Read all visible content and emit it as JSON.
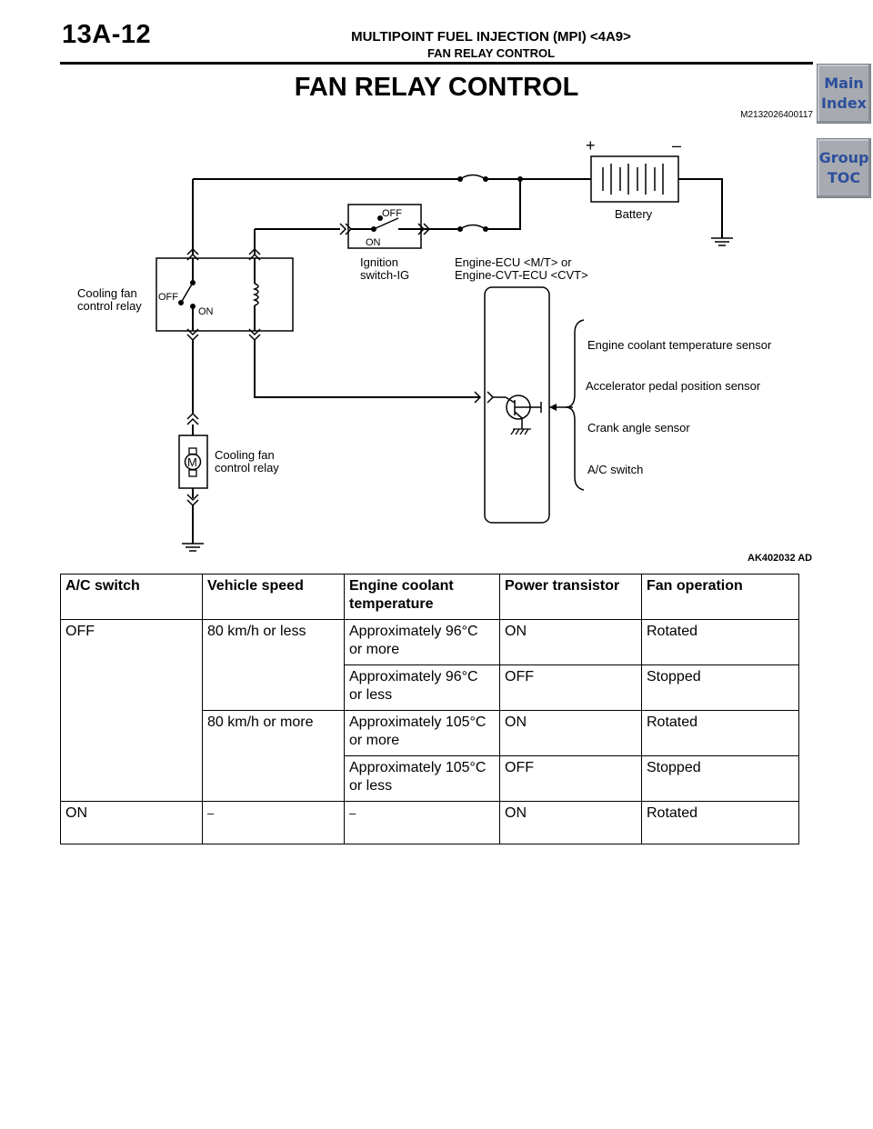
{
  "header": {
    "code": "13A-12",
    "section": "MULTIPOINT FUEL INJECTION (MPI) <4A9>",
    "subsection": "FAN RELAY CONTROL"
  },
  "page_title": "FAN RELAY CONTROL",
  "doc_id": "M2132026400117",
  "nav": {
    "main_line1": "Main",
    "main_line2": "Index",
    "toc_line1": "Group",
    "toc_line2": "TOC"
  },
  "diagram": {
    "plus": "+",
    "minus": "–",
    "battery": "Battery",
    "ig_off": "OFF",
    "ig_on": "ON",
    "ig_label_1": "Ignition",
    "ig_label_2": "switch-IG",
    "ecu_label_1": "Engine-ECU <M/T> or",
    "ecu_label_2": "Engine-CVT-ECU <CVT>",
    "relay_label_1": "Cooling fan",
    "relay_label_2": "control relay",
    "relay_off": "OFF",
    "relay_on": "ON",
    "motor_symbol": "M",
    "motor_label_1": "Cooling fan",
    "motor_label_2": "control relay",
    "sensors": [
      "Engine coolant temperature sensor",
      "Accelerator pedal position sensor",
      "Crank angle sensor",
      "A/C switch"
    ],
    "figure_id": "AK402032 AD"
  },
  "table": {
    "headers": [
      "A/C switch",
      "Vehicle speed",
      "Engine coolant temperature",
      "Power transistor",
      "Fan operation"
    ],
    "rows": [
      [
        "OFF",
        "80 km/h or less",
        "Approximately 96°C or more",
        "ON",
        "Rotated"
      ],
      [
        "",
        "",
        "Approximately 96°C or less",
        "OFF",
        "Stopped"
      ],
      [
        "",
        "80 km/h or more",
        "Approximately 105°C or more",
        "ON",
        "Rotated"
      ],
      [
        "",
        "",
        "Approximately 105°C or less",
        "OFF",
        "Stopped"
      ],
      [
        "ON",
        "–",
        "–",
        "ON",
        "Rotated"
      ]
    ]
  }
}
